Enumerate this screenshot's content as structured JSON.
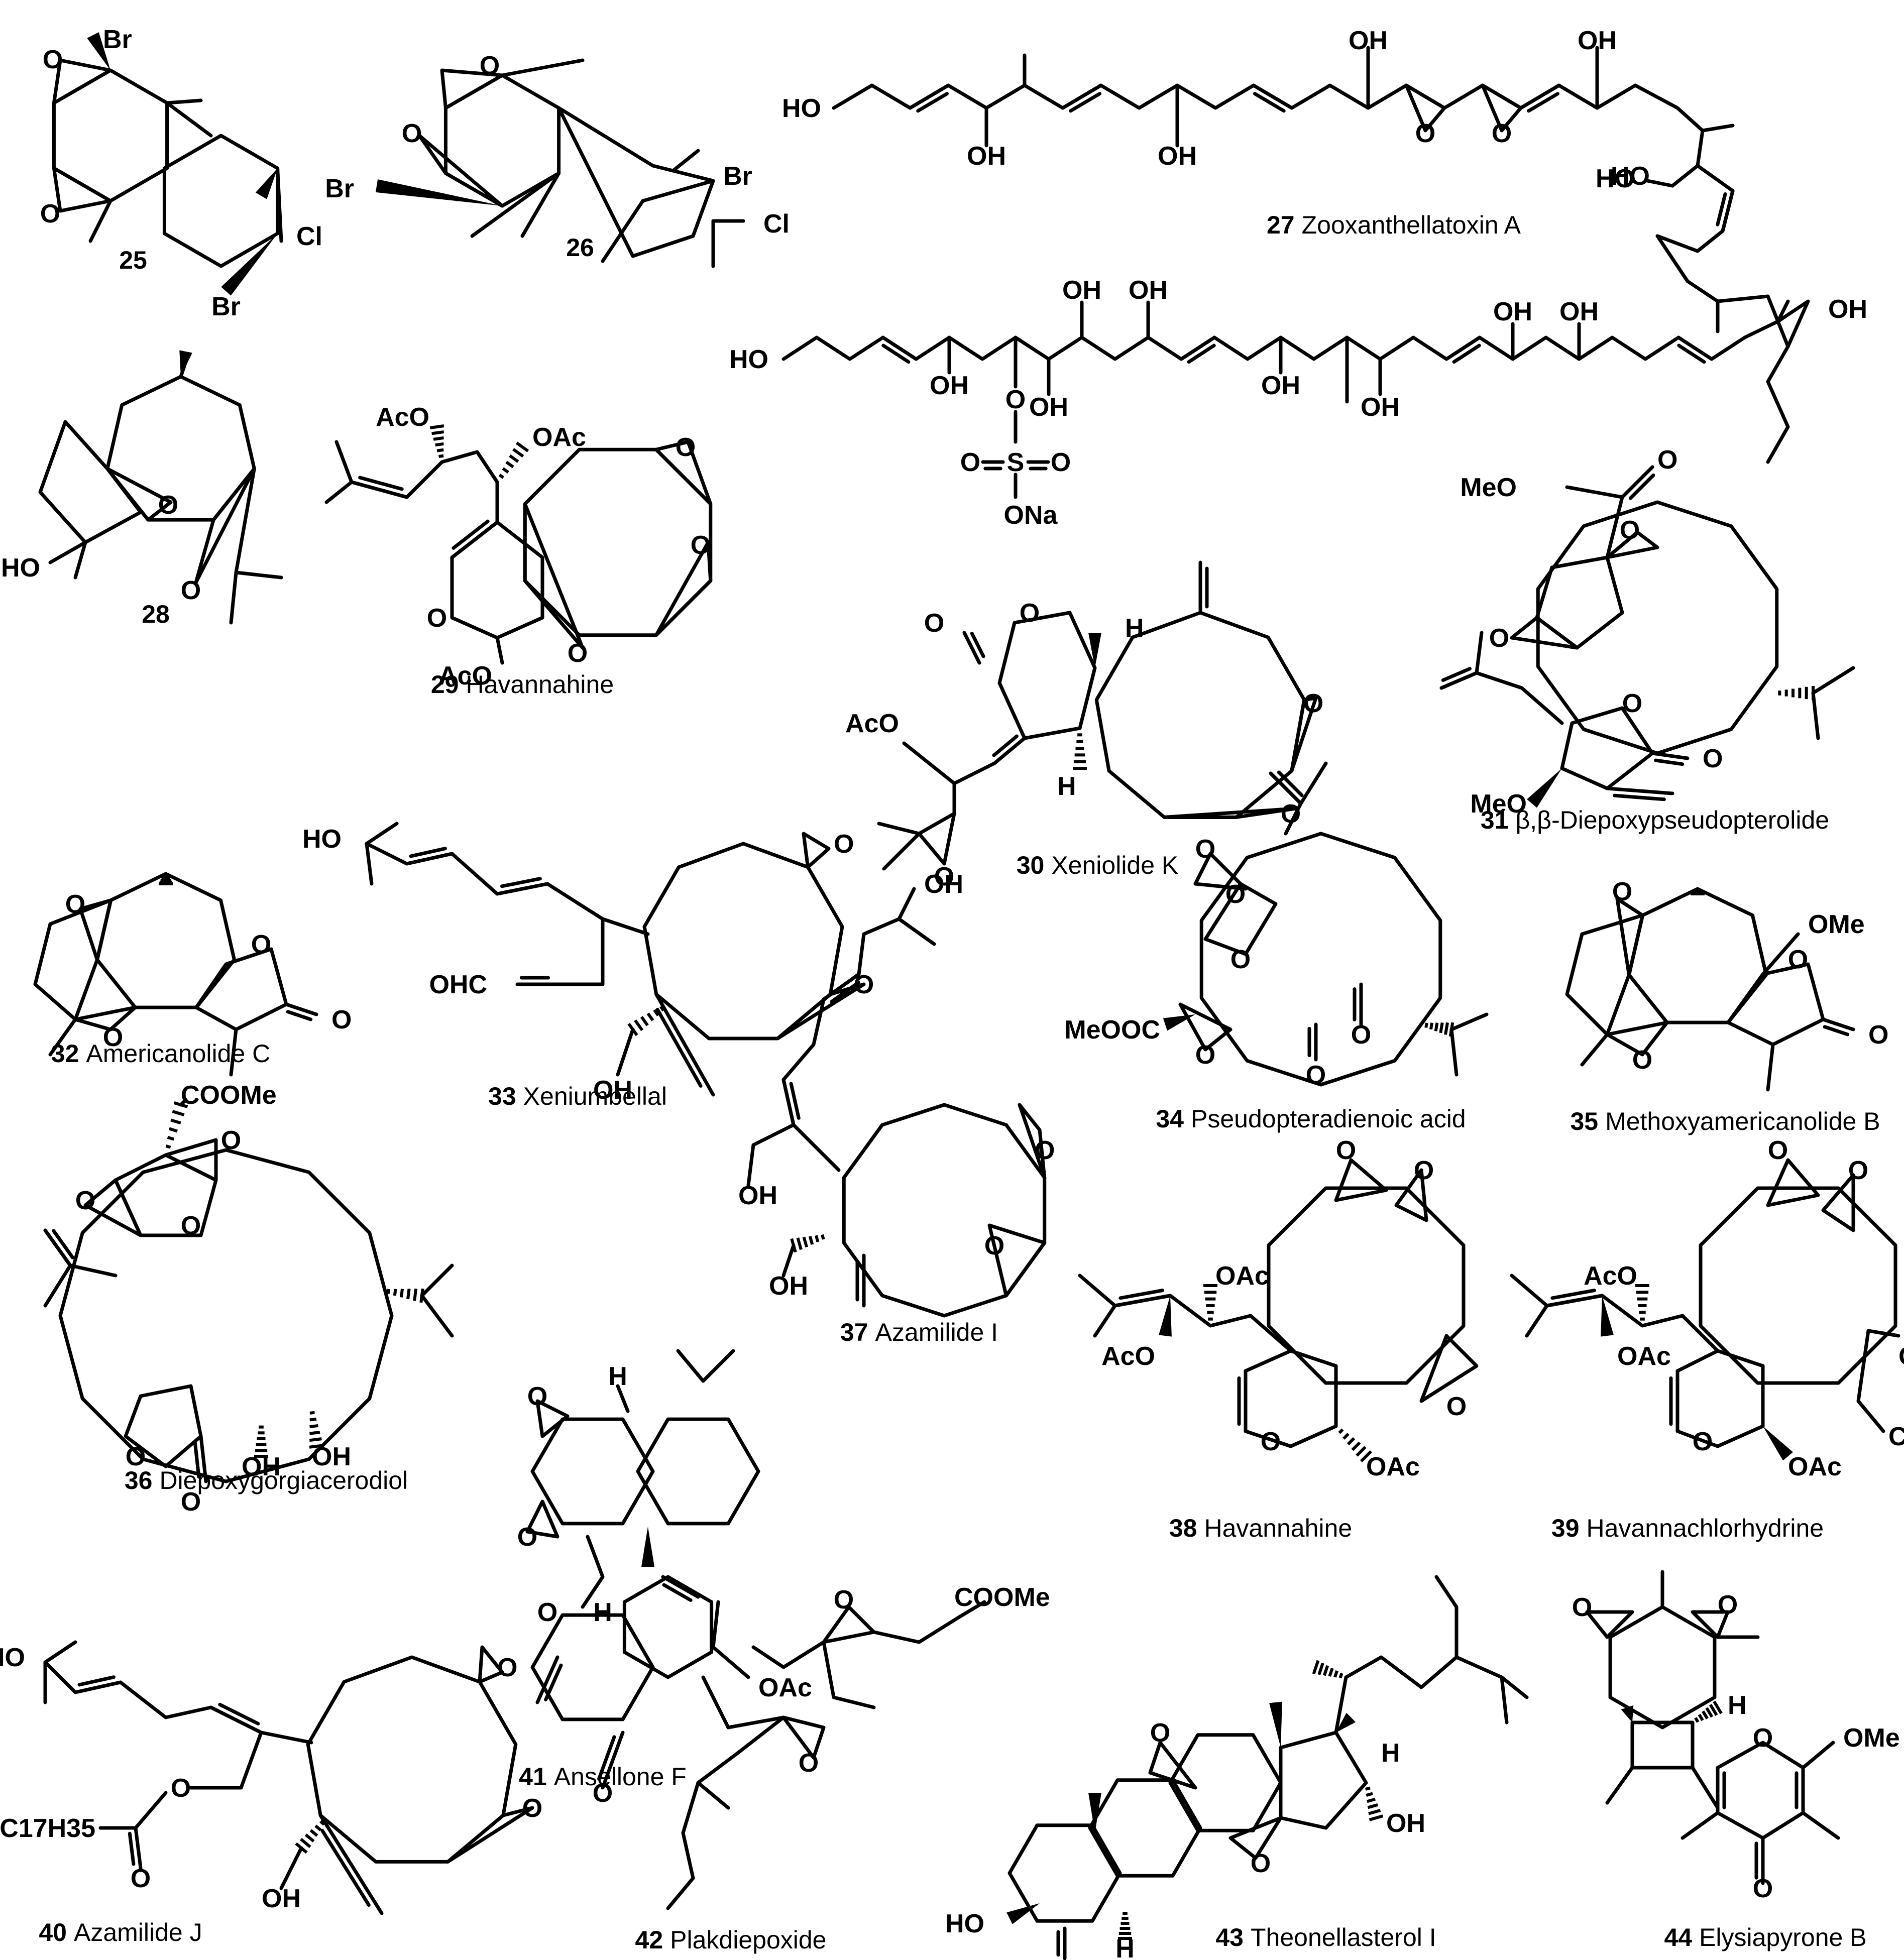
{
  "compounds": [
    {
      "number": "25",
      "name": ""
    },
    {
      "number": "26",
      "name": ""
    },
    {
      "number": "27",
      "name": "Zooxanthellatoxin A"
    },
    {
      "number": "28",
      "name": ""
    },
    {
      "number": "29",
      "name": "Havannahine"
    },
    {
      "number": "30",
      "name": "Xeniolide K"
    },
    {
      "number": "31",
      "name": "β,β-Diepoxypseudopterolide"
    },
    {
      "number": "32",
      "name": "Americanolide C"
    },
    {
      "number": "33",
      "name": "Xeniumbellal"
    },
    {
      "number": "34",
      "name": "Pseudopteradienoic acid"
    },
    {
      "number": "35",
      "name": "Methoxyamericanolide B"
    },
    {
      "number": "36",
      "name": "Diepoxygorgiacerodiol"
    },
    {
      "number": "37",
      "name": "Azamilide I"
    },
    {
      "number": "38",
      "name": "Havannahine"
    },
    {
      "number": "39",
      "name": "Havannachlorhydrine"
    },
    {
      "number": "40",
      "name": "Azamilide J"
    },
    {
      "number": "41",
      "name": "Ansellone F"
    },
    {
      "number": "42",
      "name": "Plakdiepoxide"
    },
    {
      "number": "43",
      "name": "Theonellasterol I"
    },
    {
      "number": "44",
      "name": "Elysiapyrone B"
    }
  ],
  "atoms": {
    "O": "O",
    "Br": "Br",
    "Cl": "Cl",
    "H": "H",
    "OH": "OH",
    "HO": "HO",
    "OAc": "OAc",
    "AcO": "AcO",
    "OMe": "OMe",
    "MeO": "MeO",
    "OHC": "OHC",
    "ONa": "ONa",
    "S": "S",
    "COOMe": "COOMe",
    "MeOOC": "MeOOC",
    "C17H35": "C17H35"
  }
}
